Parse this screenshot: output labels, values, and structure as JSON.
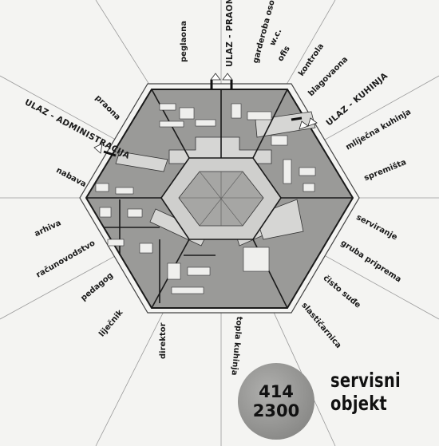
{
  "title": "servisni objekt",
  "badge": {
    "line1": "414",
    "line2": "2300"
  },
  "labels": {
    "peglaona": "peglaona",
    "ulaz_praona": "ULAZ - PRAONA",
    "garderoba": "garderoba osoblja",
    "wc": "w.c.",
    "ofis": "ofis",
    "kontrola": "kontrola",
    "blagovaona": "blagovaona",
    "ulaz_kuhinja": "ULAZ - KUHINJA",
    "mlijecna": "mliječna kuhinja",
    "spremista": "spremišta",
    "serviranje": "serviranje",
    "gruba_priprema": "gruba priprema",
    "cisto_sude": "čisto suđe",
    "slasticarnica": "slastičarnica",
    "topla_kuhinja": "topla kuhinja",
    "direktor": "direktor",
    "lijecnik": "liječnik",
    "pedagog": "pedagog",
    "racunovodstvo": "računovodstvo",
    "arhiva": "arhiva",
    "nabava": "nabava",
    "ulaz_administracija": "ULAZ - ADMINISTRACIJA",
    "praona": "praona"
  },
  "colors": {
    "paper": "#f4f4f2",
    "floor": "#9a9a98",
    "wall": "#1a1a1a",
    "core": "#cfcfcd"
  }
}
